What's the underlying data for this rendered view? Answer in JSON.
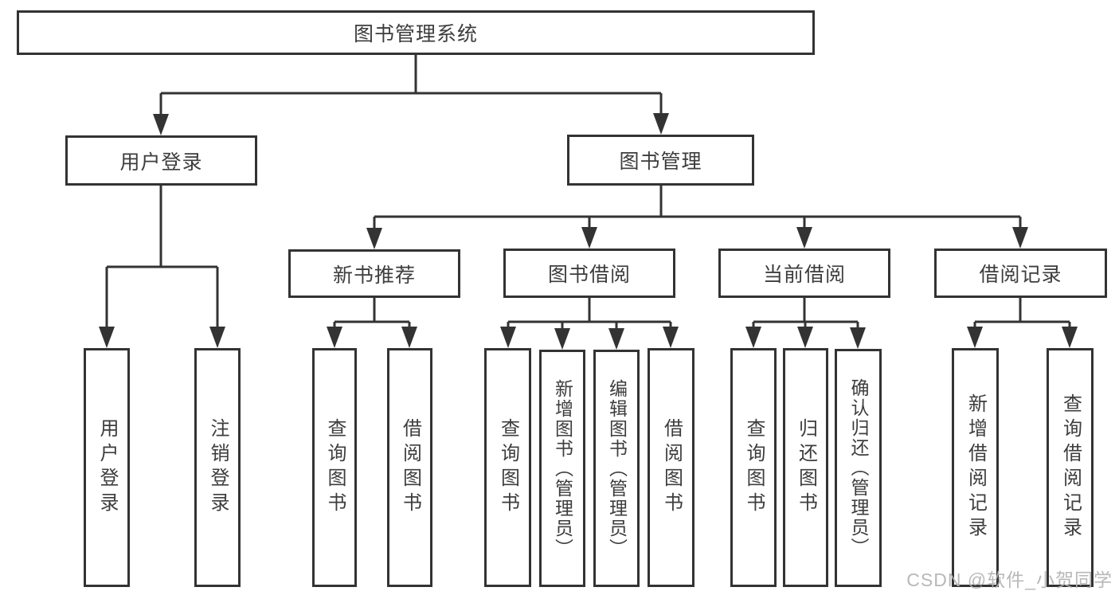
{
  "diagram": {
    "root": {
      "label": "图书管理系统"
    },
    "branches": [
      {
        "label": "用户登录",
        "children": [
          {
            "label": "用户登录"
          },
          {
            "label": "注销登录"
          }
        ]
      },
      {
        "label": "图书管理",
        "children": [
          {
            "label": "新书推荐",
            "children": [
              {
                "label": "查询图书"
              },
              {
                "label": "借阅图书"
              }
            ]
          },
          {
            "label": "图书借阅",
            "children": [
              {
                "label": "查询图书"
              },
              {
                "label": "新增图书（管理员）"
              },
              {
                "label": "编辑图书（管理员）"
              },
              {
                "label": "借阅图书"
              }
            ]
          },
          {
            "label": "当前借阅",
            "children": [
              {
                "label": "查询图书"
              },
              {
                "label": "归还图书"
              },
              {
                "label": "确认归还（管理员）"
              }
            ]
          },
          {
            "label": "借阅记录",
            "children": [
              {
                "label": "新增借阅记录"
              },
              {
                "label": "查询借阅记录"
              }
            ]
          }
        ]
      }
    ]
  },
  "watermark": {
    "text": "CSDN @软件_小贺同学"
  },
  "colors": {
    "line": "#333333",
    "box_border": "#333333",
    "text": "#3d3d3d",
    "watermark": "#b2b2b2",
    "background": "#ffffff"
  }
}
